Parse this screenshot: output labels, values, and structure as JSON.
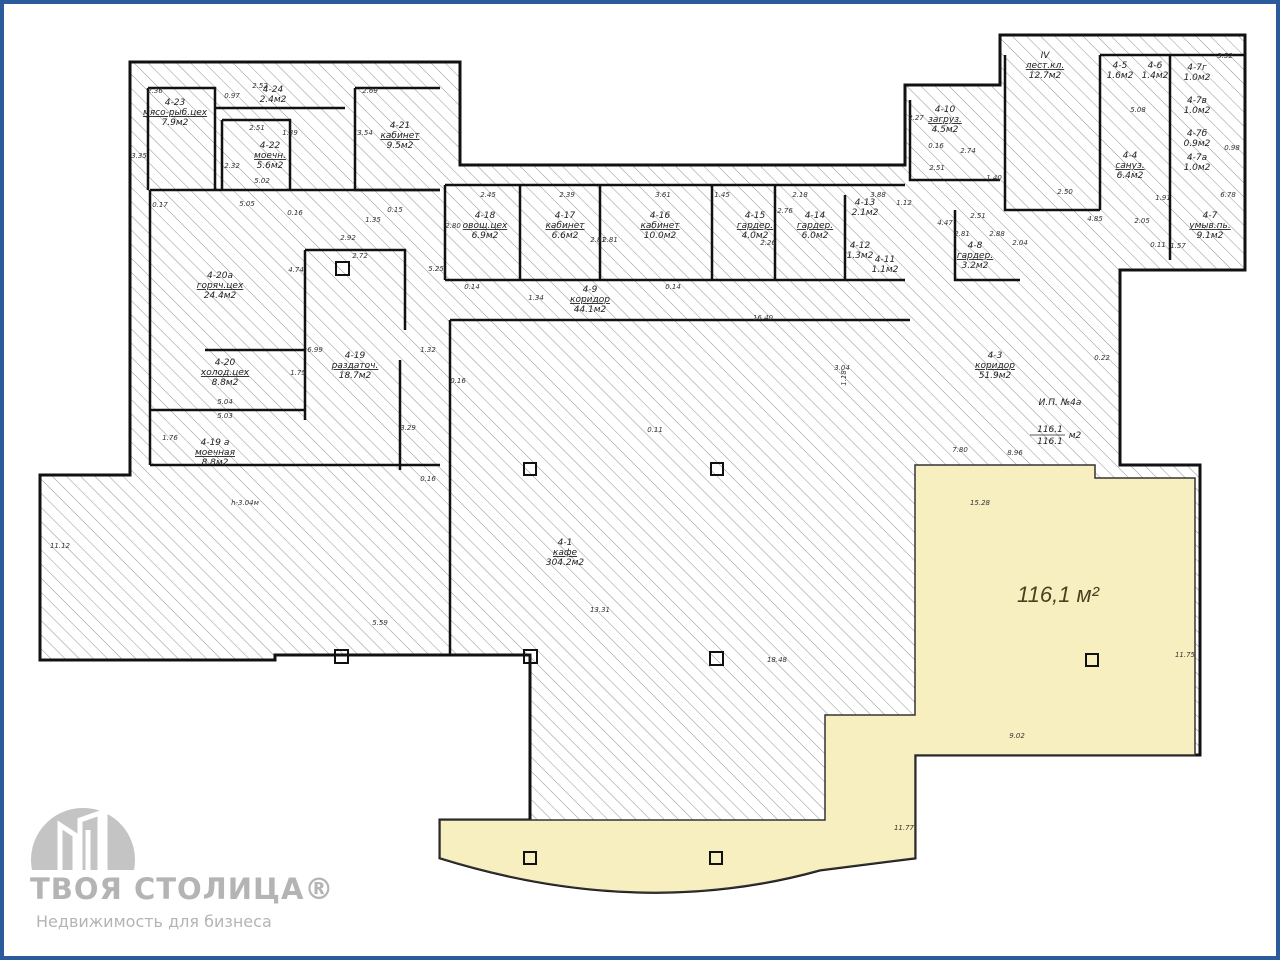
{
  "plan": {
    "highlight_area": "116,1 м²",
    "highlight_color": "#f8efc0",
    "border_color": "#2d5a9b",
    "rooms": [
      {
        "num": "4-23",
        "name": "мясо-рыб.цех",
        "area": "7.9м2"
      },
      {
        "num": "4-24",
        "name": "",
        "area": "2.4м2"
      },
      {
        "num": "4-22",
        "name": "моечн.",
        "area": "5.6м2"
      },
      {
        "num": "4-21",
        "name": "кабинет",
        "area": "9.5м2"
      },
      {
        "num": "4-20а",
        "name": "горяч.цех",
        "area": "24.4м2"
      },
      {
        "num": "4-20",
        "name": "холод.цех",
        "area": "8.8м2"
      },
      {
        "num": "4-19",
        "name": "раздаточ.",
        "area": "18.7м2"
      },
      {
        "num": "4-19 а",
        "name": "моечная",
        "area": "8.8м2"
      },
      {
        "num": "4-18",
        "name": "овощ.цех",
        "area": "6.9м2"
      },
      {
        "num": "4-17",
        "name": "кабинет",
        "area": "6.6м2"
      },
      {
        "num": "4-16",
        "name": "кабинет",
        "area": "10.0м2"
      },
      {
        "num": "4-15",
        "name": "гардер.",
        "area": "4.0м2"
      },
      {
        "num": "4-14",
        "name": "гардер.",
        "area": "6.0м2"
      },
      {
        "num": "4-13",
        "name": "",
        "area": "2.1м2"
      },
      {
        "num": "4-12",
        "name": "",
        "area": "1.3м2"
      },
      {
        "num": "4-11",
        "name": "",
        "area": "1.1м2"
      },
      {
        "num": "4-10",
        "name": "загруз.",
        "area": "4.5м2"
      },
      {
        "num": "IV",
        "name": "лест.кл.",
        "area": "12.7м2"
      },
      {
        "num": "4-5",
        "name": "",
        "area": "1.6м2"
      },
      {
        "num": "4-6",
        "name": "",
        "area": "1.4м2"
      },
      {
        "num": "4-7г",
        "name": "",
        "area": "1.0м2"
      },
      {
        "num": "4-7в",
        "name": "",
        "area": "1.0м2"
      },
      {
        "num": "4-7б",
        "name": "",
        "area": "0.9м2"
      },
      {
        "num": "4-7а",
        "name": "",
        "area": "1.0м2"
      },
      {
        "num": "4-4",
        "name": "сануз.",
        "area": "6.4м2"
      },
      {
        "num": "4-7",
        "name": "умыв.пь.",
        "area": "9.1м2"
      },
      {
        "num": "4-8",
        "name": "гардер.",
        "area": "3.2м2"
      },
      {
        "num": "4-9",
        "name": "коридор",
        "area": "44.1м2"
      },
      {
        "num": "4-3",
        "name": "коридор",
        "area": "51.9м2"
      },
      {
        "num": "4-1",
        "name": "кафе",
        "area": "304.2м2"
      }
    ],
    "premises": {
      "title": "И.П. №4а",
      "top": "116.1",
      "bottom": "116.1",
      "unit": "м2"
    },
    "dims": [
      "2.36",
      "2.52",
      "0.97",
      "2.51",
      "2.32",
      "3.35",
      "0.17",
      "5.05",
      "5.02",
      "0.16",
      "1.39",
      "2.69",
      "3.54",
      "0.15",
      "1.35",
      "2.92",
      "2.72",
      "4.74",
      "6.99",
      "1.75",
      "5.04",
      "5.03",
      "1.76",
      "1.32",
      "3.29",
      "0.16",
      "0.16",
      "5.25",
      "2.45",
      "2.80",
      "2.39",
      "2.81",
      "2.81",
      "3.61",
      "1.45",
      "2.26",
      "2.18",
      "2.76",
      "3.88",
      "1.12",
      "0.14",
      "0.14",
      "1.34",
      "16.40",
      "2.27",
      "0.16",
      "2.74",
      "2.51",
      "1.40",
      "4.47",
      "2.51",
      "2.81",
      "2.88",
      "2.04",
      "2.50",
      "4.85",
      "1.91",
      "5.08",
      "3.52",
      "0.98",
      "6.78",
      "2.05",
      "0.11",
      "1.57",
      "0.22",
      "7.80",
      "8.96",
      "0.11",
      "13.31",
      "18.48",
      "h-3.04м",
      "11.12",
      "5.59",
      "15.28",
      "11.75",
      "9.02",
      "11.77",
      "3.04",
      "1.18"
    ]
  },
  "logo": {
    "title": "ТВОЯ СТОЛИЦА®",
    "subtitle": "Недвижимость для бизнеса"
  }
}
